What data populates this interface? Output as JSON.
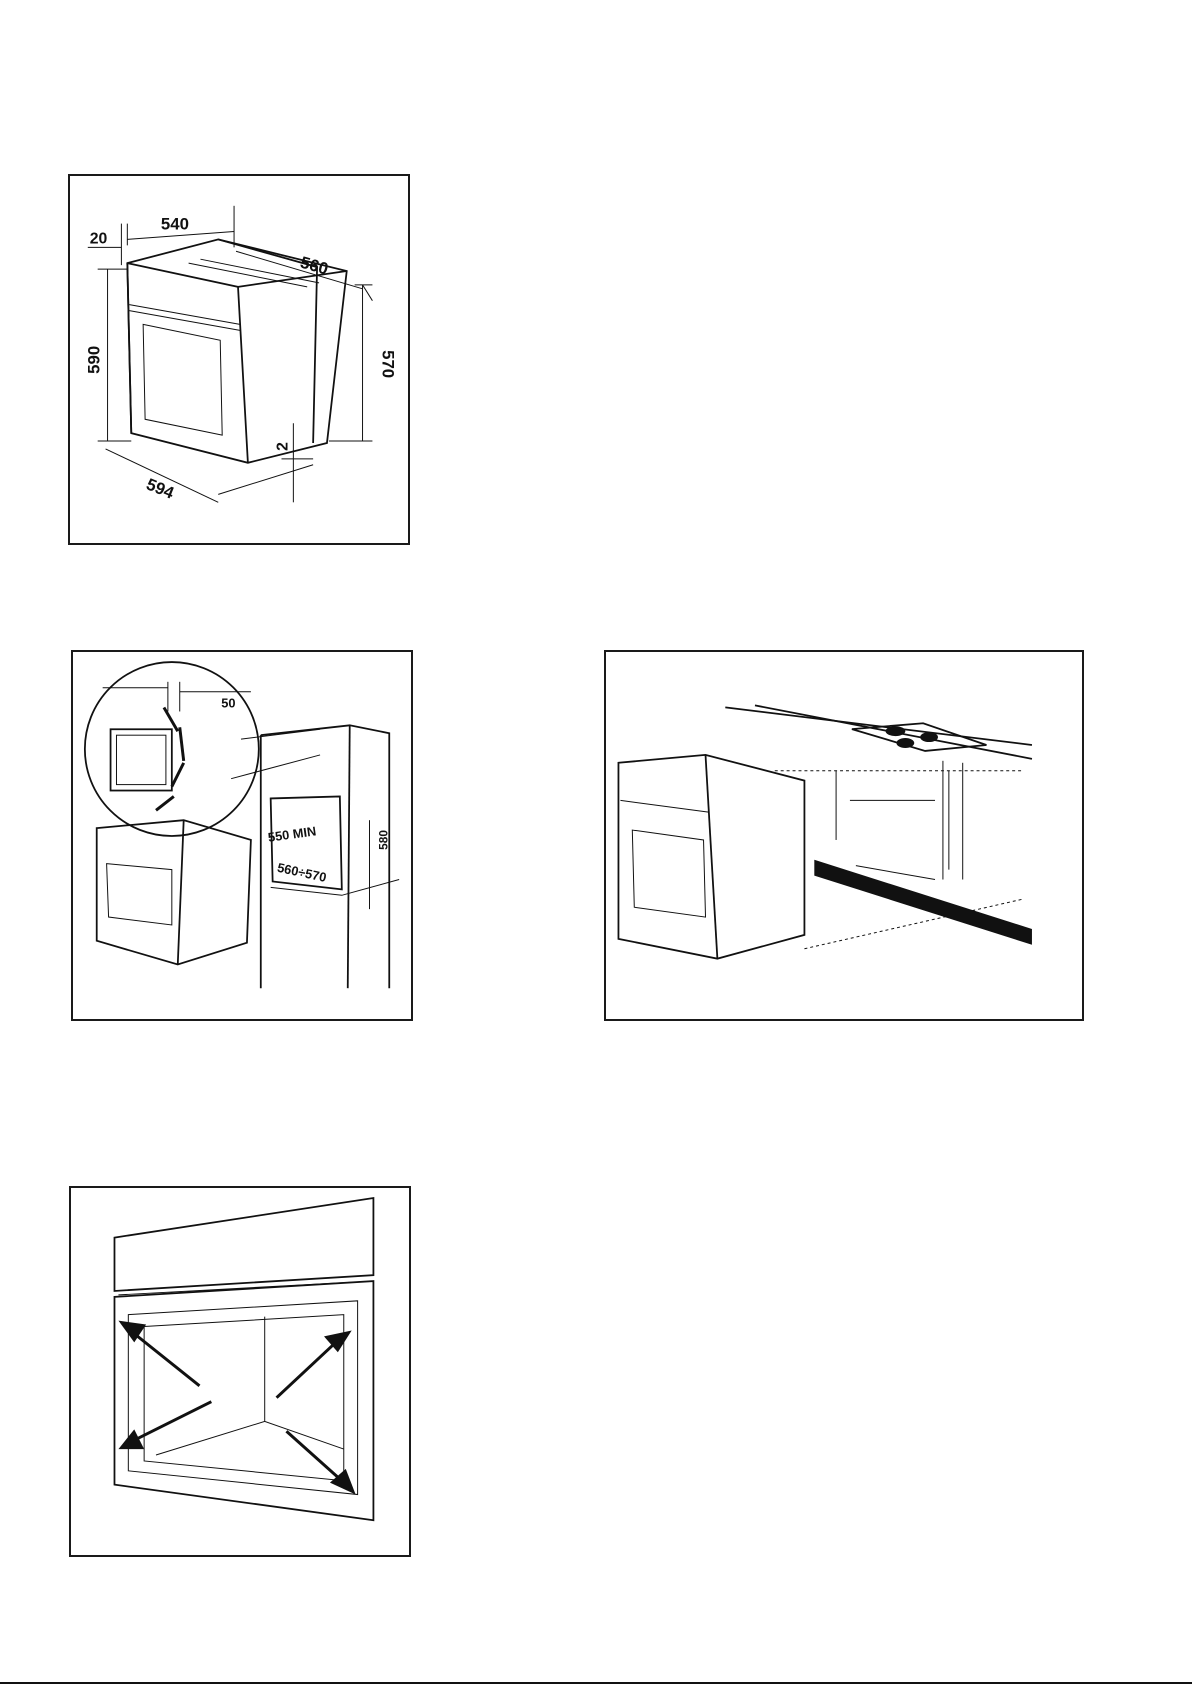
{
  "figure_oven_dimensions": {
    "dim_width_body": "540",
    "dim_front_overhang": "20",
    "dim_depth": "560",
    "dim_height_front": "590",
    "dim_height_body": "570",
    "dim_gap_bottom": "2",
    "dim_width_front": "594"
  },
  "figure_column_installation": {
    "dim_ventilation_gap": "50",
    "dim_niche_width": "550 MIN",
    "dim_niche_depth": "560÷570",
    "dim_niche_height": "580"
  },
  "figure_under_counter_installation": {},
  "figure_fixing_points": {},
  "colors": {
    "line": "#111111",
    "background": "#ffffff"
  }
}
